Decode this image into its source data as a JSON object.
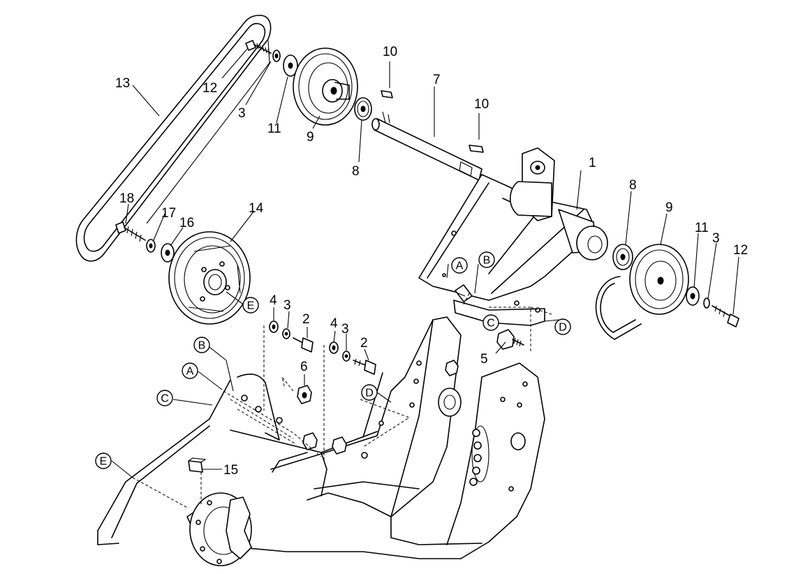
{
  "diagram": {
    "part_numbers": {
      "n1": "1",
      "n2a": "2",
      "n2b": "2",
      "n3a": "3",
      "n3b": "3",
      "n3c": "3",
      "n3d": "3",
      "n4a": "4",
      "n4b": "4",
      "n5": "5",
      "n6": "6",
      "n7": "7",
      "n8a": "8",
      "n8b": "8",
      "n9a": "9",
      "n9b": "9",
      "n10a": "10",
      "n10b": "10",
      "n11a": "11",
      "n11b": "11",
      "n12a": "12",
      "n12b": "12",
      "n13": "13",
      "n14": "14",
      "n15": "15",
      "n16": "16",
      "n17": "17",
      "n18": "18"
    },
    "reference_letters": {
      "A1": "A",
      "B1": "B",
      "C1": "C",
      "D1": "D",
      "E1": "E",
      "A2": "A",
      "B2": "B",
      "C2": "C",
      "D2": "D",
      "E2": "E"
    }
  }
}
